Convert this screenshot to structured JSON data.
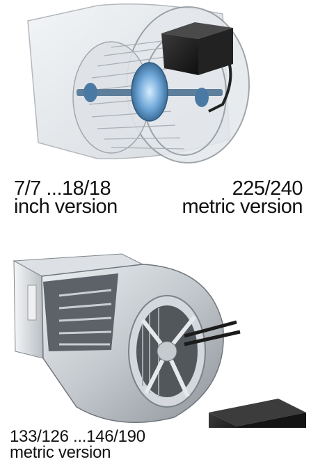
{
  "top": {
    "left_caption": {
      "line1": "7/7 ...18/18",
      "line2": "inch version"
    },
    "right_caption": {
      "line1": "225/240",
      "line2": "metric version"
    }
  },
  "bottom": {
    "caption": {
      "line1": "133/126 ...146/190",
      "line2": "metric version"
    }
  },
  "colors": {
    "housing": "#d9dde2",
    "housing_edge": "#8f969c",
    "impeller": "#6fa7d8",
    "motor_dark": "#1a1a1a",
    "metal": "#b9bec3"
  }
}
